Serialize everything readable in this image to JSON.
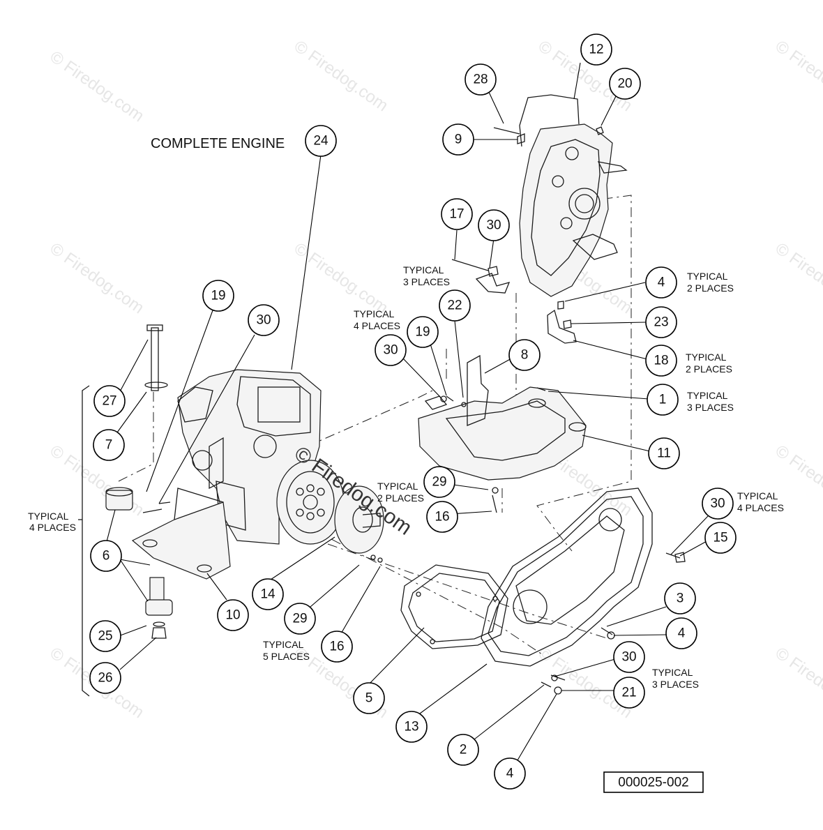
{
  "title": "COMPLETE ENGINE",
  "drawing_number": "000025-002",
  "watermark": "© Firedog.com",
  "notes": {
    "left_bracket": [
      "TYPICAL",
      "4 PLACES"
    ],
    "n17": [
      "TYPICAL",
      "3 PLACES"
    ],
    "n30_mid": [
      "TYPICAL",
      "4 PLACES"
    ],
    "n4_top": [
      "TYPICAL",
      "2 PLACES"
    ],
    "n18": [
      "TYPICAL",
      "2 PLACES"
    ],
    "n1": [
      "TYPICAL",
      "3 PLACES"
    ],
    "n29_mid": [
      "TYPICAL",
      "2 PLACES"
    ],
    "n30_right": [
      "TYPICAL",
      "4 PLACES"
    ],
    "n29_low": [
      "TYPICAL",
      "5 PLACES"
    ],
    "n21": [
      "TYPICAL",
      "3 PLACES"
    ]
  },
  "callouts": [
    {
      "id": "c12",
      "label": "12"
    },
    {
      "id": "c28",
      "label": "28"
    },
    {
      "id": "c20",
      "label": "20"
    },
    {
      "id": "c9",
      "label": "9"
    },
    {
      "id": "c24",
      "label": "24"
    },
    {
      "id": "c17",
      "label": "17"
    },
    {
      "id": "c30a",
      "label": "30"
    },
    {
      "id": "c4a",
      "label": "4"
    },
    {
      "id": "c22",
      "label": "22"
    },
    {
      "id": "c23",
      "label": "23"
    },
    {
      "id": "c19a",
      "label": "19"
    },
    {
      "id": "c30b",
      "label": "30"
    },
    {
      "id": "c30c",
      "label": "30"
    },
    {
      "id": "c19b",
      "label": "19"
    },
    {
      "id": "c8",
      "label": "8"
    },
    {
      "id": "c18",
      "label": "18"
    },
    {
      "id": "c1",
      "label": "1"
    },
    {
      "id": "c27",
      "label": "27"
    },
    {
      "id": "c7",
      "label": "7"
    },
    {
      "id": "c11",
      "label": "11"
    },
    {
      "id": "c29a",
      "label": "29"
    },
    {
      "id": "c30d",
      "label": "30"
    },
    {
      "id": "c16a",
      "label": "16"
    },
    {
      "id": "c15",
      "label": "15"
    },
    {
      "id": "c6",
      "label": "6"
    },
    {
      "id": "c14",
      "label": "14"
    },
    {
      "id": "c3",
      "label": "3"
    },
    {
      "id": "c10",
      "label": "10"
    },
    {
      "id": "c29b",
      "label": "29"
    },
    {
      "id": "c4b",
      "label": "4"
    },
    {
      "id": "c25",
      "label": "25"
    },
    {
      "id": "c16b",
      "label": "16"
    },
    {
      "id": "c30e",
      "label": "30"
    },
    {
      "id": "c26",
      "label": "26"
    },
    {
      "id": "c21",
      "label": "21"
    },
    {
      "id": "c5",
      "label": "5"
    },
    {
      "id": "c13",
      "label": "13"
    },
    {
      "id": "c2",
      "label": "2"
    },
    {
      "id": "c4c",
      "label": "4"
    }
  ]
}
